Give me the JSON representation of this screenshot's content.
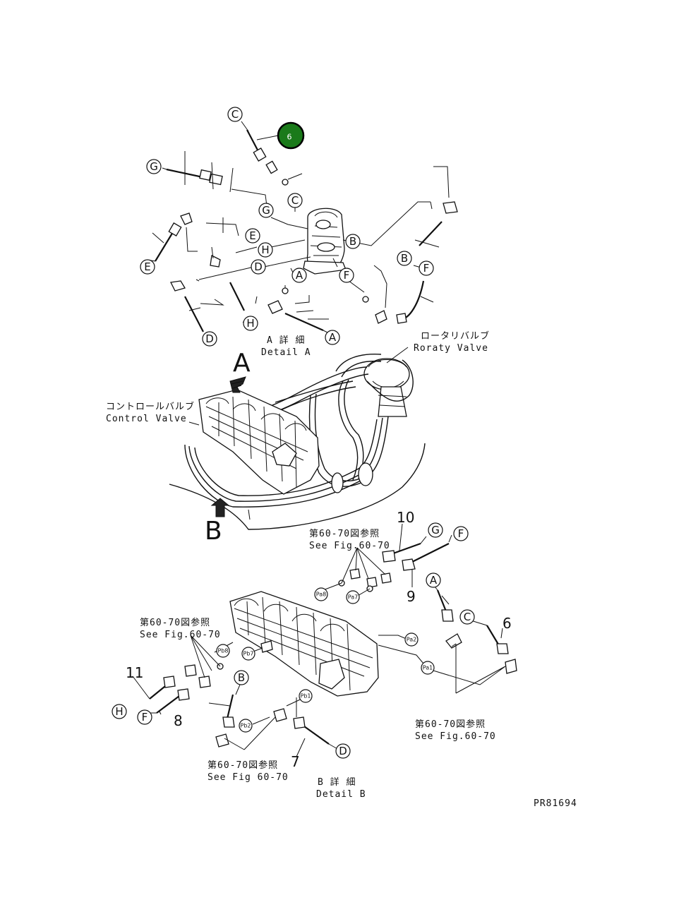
{
  "highlight": {
    "label": "6",
    "color": "#1a7a1a"
  },
  "detail_a": {
    "title_jp": "A 詳 細",
    "title_en": "Detail A",
    "callouts": [
      "C",
      "G",
      "C",
      "G",
      "E",
      "H",
      "B",
      "E",
      "D",
      "A",
      "F",
      "B",
      "F",
      "D",
      "H",
      "A"
    ]
  },
  "main_view": {
    "arrow_a": "A",
    "arrow_b": "B",
    "rotary_valve_jp": "ロータリバルブ",
    "rotary_valve_en": "Roraty Valve",
    "control_valve_jp": "コントロールバルブ",
    "control_valve_en": "Control Valve"
  },
  "detail_b": {
    "title_jp": "B 詳 細",
    "title_en": "Detail B",
    "ref1_jp": "第60-70図参照",
    "ref1_en": "See Fig.60-70",
    "ref2_jp": "第60-70図参照",
    "ref2_en": "See Fig.60-70",
    "ref3_jp": "第60-70図参照",
    "ref3_en": "See Fig.60-70",
    "ref4_jp": "第60-70図参照",
    "ref4_en": "See Fig 60-70",
    "callouts": [
      "G",
      "F",
      "A",
      "C",
      "H",
      "F",
      "B",
      "D"
    ],
    "ports": [
      "Pa8",
      "Pa7",
      "Pb8",
      "Pb7",
      "Pa2",
      "Pa1",
      "Pb1",
      "Pb2"
    ],
    "numbers": [
      "10",
      "9",
      "6",
      "11",
      "8",
      "7"
    ]
  },
  "drawing_code": "PR81694"
}
